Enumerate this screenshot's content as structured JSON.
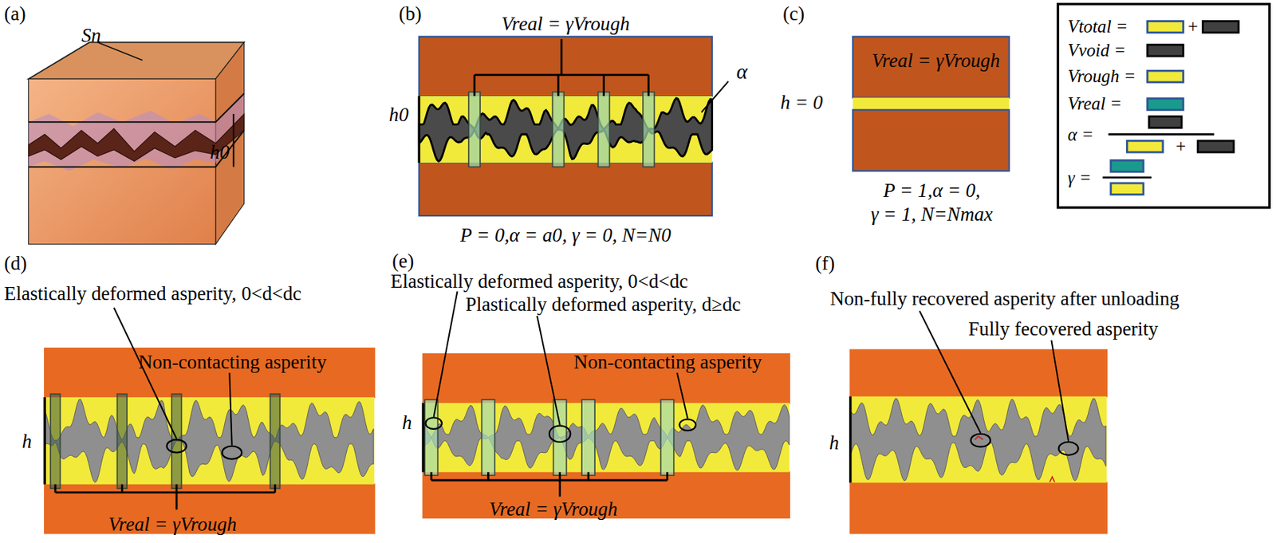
{
  "diagram": {
    "labels": [
      "(a)",
      "Sn",
      "h0",
      "(b)",
      "Vreal = γVrough",
      "α",
      "h0",
      "P = 0,α = a0, γ = 0, N=N0",
      "(c)",
      "Vreal = γVrough",
      "h = 0",
      "P = 1,α = 0,",
      "γ = 1, N=Nmax",
      "Vtotal =",
      "+",
      "Vvoid =",
      "Vrough =",
      "Vreal =",
      "α =",
      "+",
      "γ =",
      "(d)",
      "Elastically deformed asperity, 0<d<dc",
      "Non-contacting asperity",
      "h",
      "Vreal = γVrough",
      "(e)",
      "Elastically deformed asperity, 0<d<dc",
      "Plastically deformed asperity, d≥dc",
      "Non-contacting asperity",
      "h",
      "Vreal = γVrough",
      "(f)",
      "Non-fully recovered  asperity after unloading",
      "Fully fecovered  asperity",
      "h"
    ]
  }
}
